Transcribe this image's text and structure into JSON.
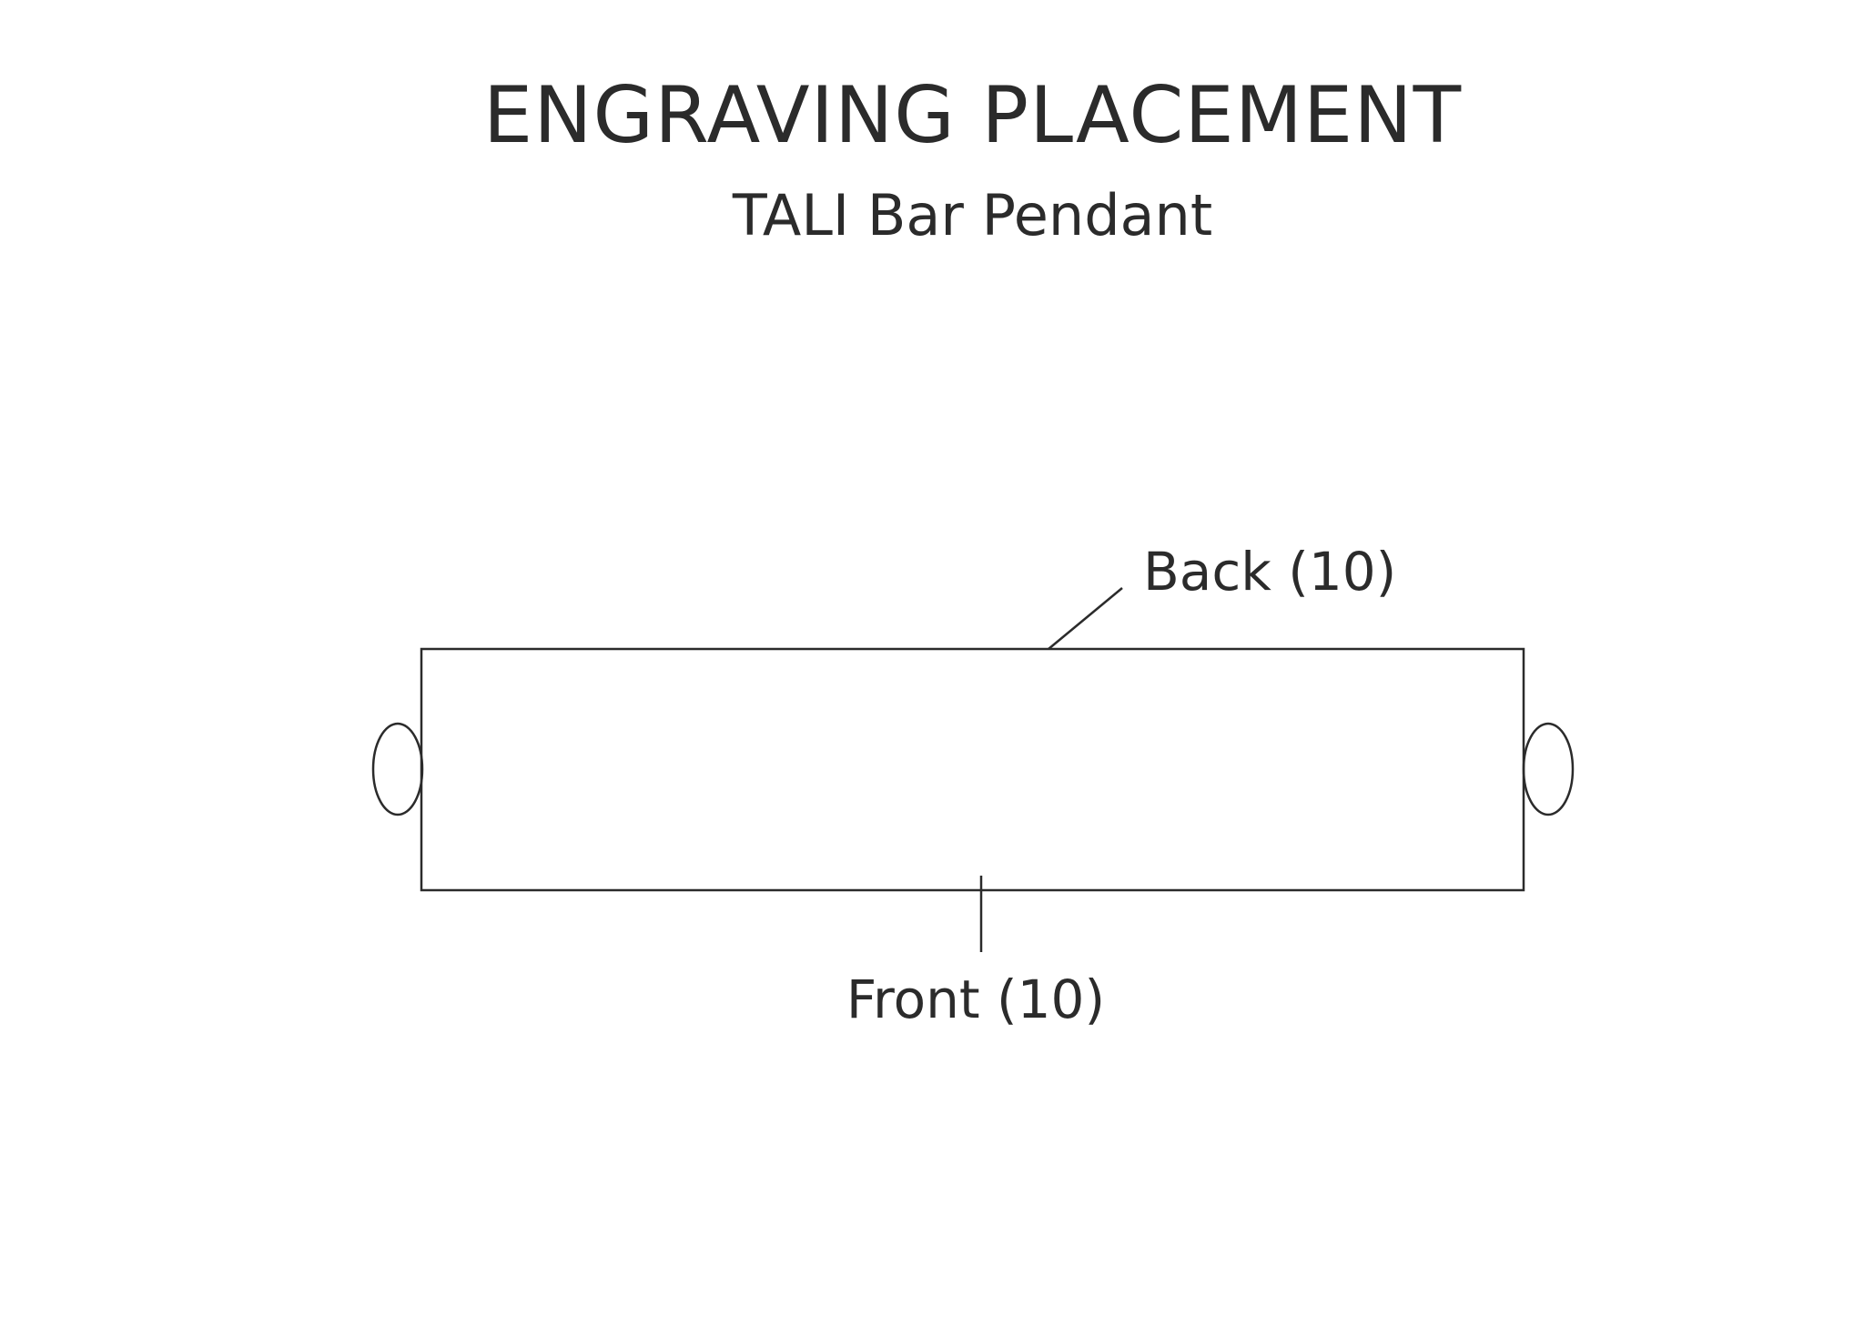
{
  "header": {
    "title": "ENGRAVING PLACEMENT",
    "subtitle": "TALI Bar Pendant"
  },
  "diagram": {
    "labels": {
      "back": "Back (10)",
      "front": "Front (10)"
    },
    "stroke_color": "#2b2b2b"
  }
}
